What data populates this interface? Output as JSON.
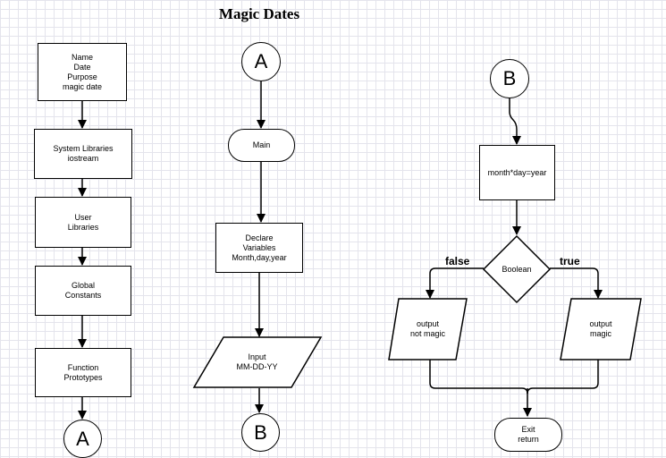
{
  "title": "Magic Dates",
  "col1": {
    "header_box": "Name\nDate\nPurpose\nmagic date",
    "system_libraries": "System Libraries\niostream",
    "user_libraries": "User\nLibraries",
    "global_constants": "Global\nConstants",
    "function_prototypes": "Function\nPrototypes",
    "connector_a": "A"
  },
  "col2": {
    "connector_a": "A",
    "main": "Main",
    "declare": "Declare\nVariables\nMonth,day,year",
    "input": "Input\nMM-DD-YY",
    "connector_b": "B"
  },
  "col3": {
    "connector_b": "B",
    "process": "month*day=year",
    "decision": "Boolean",
    "false_label": "false",
    "true_label": "true",
    "output_false": "output\nnot magic",
    "output_true": "output\nmagic",
    "exit": "Exit\nreturn"
  }
}
